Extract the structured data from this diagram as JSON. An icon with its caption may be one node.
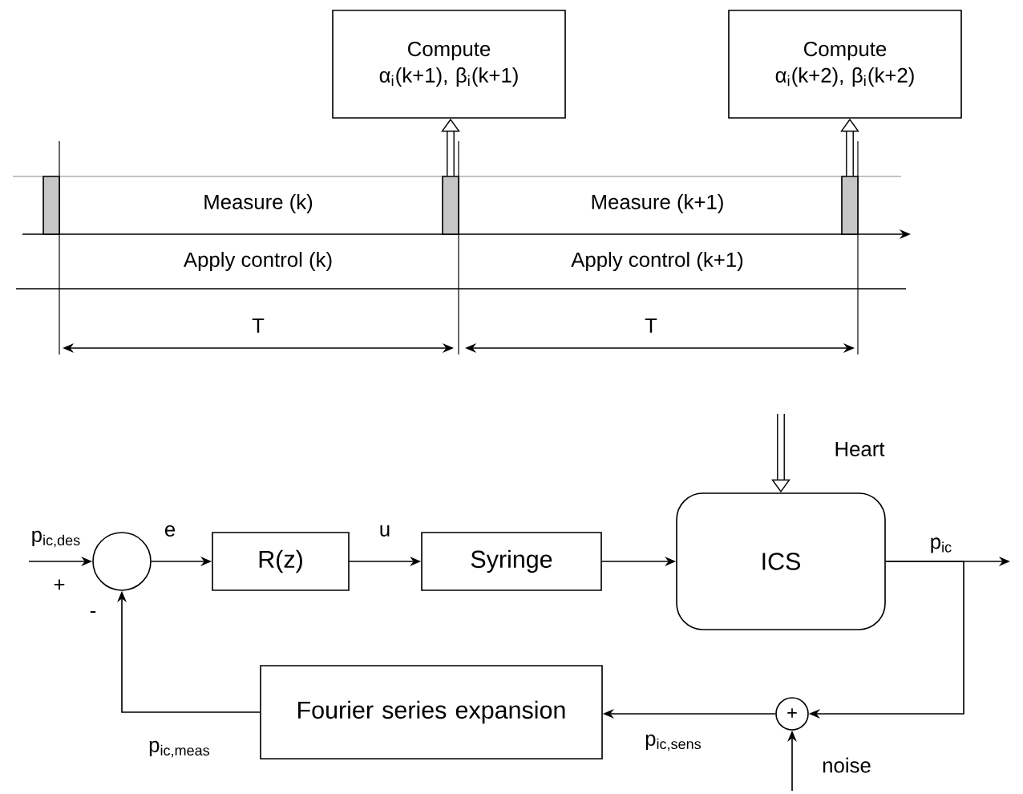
{
  "diagram": {
    "nodes": [
      {
        "text": [
          "Compute",
          "α$_{i}$(k+1), β$_{i}$(k+1)"
        ]
      },
      {
        "text": [
          "Compute",
          "α$_{i}$(k+2), β$_{i}$(k+2)"
        ]
      },
      {
        "text": [],
        "shape": "bar"
      },
      {
        "text": [],
        "shape": "bar"
      },
      {
        "text": [],
        "shape": "bar"
      },
      {
        "text": [],
        "shape": "circle"
      },
      {
        "text": [
          "R(z)"
        ]
      },
      {
        "text": [
          "Syringe"
        ]
      },
      {
        "text": [
          "ICS"
        ]
      },
      {
        "text": [
          "Fourier series expansion"
        ]
      },
      {
        "text": [
          "+"
        ]
      }
    ],
    "edges": [
      {
        "from": 3,
        "to": 0,
        "arrow": "to",
        "style": "thick"
      },
      {
        "from": 4,
        "to": 1,
        "arrow": "to",
        "style": "thick"
      },
      {
        "from": null,
        "to": 5,
        "arrow": "to",
        "label": "p$_{ic,des}$"
      },
      {
        "from": 5,
        "to": 6,
        "arrow": "to",
        "label": "e"
      },
      {
        "from": 6,
        "to": 7,
        "arrow": "to",
        "label": "u"
      },
      {
        "from": 7,
        "to": 8,
        "arrow": "to"
      },
      {
        "from": null,
        "to": 8,
        "arrow": "to",
        "style": "thick",
        "label": "Heart"
      },
      {
        "from": 8,
        "to": null,
        "arrow": "to",
        "label": "p$_{ic}$"
      },
      {
        "from": 8,
        "to": 10,
        "arrow": "to"
      },
      {
        "from": null,
        "to": 10,
        "arrow": "to",
        "label": "noise"
      },
      {
        "from": 10,
        "to": 9,
        "arrow": "to",
        "label": "p$_{ic,sens}$"
      },
      {
        "from": 9,
        "to": 5,
        "arrow": "to",
        "label": "p$_{ic,meas}$"
      }
    ],
    "labels": [
      "Measure (k)",
      "Measure (k+1)",
      "Apply control (k)",
      "Apply control (k+1)",
      "T",
      "T",
      "+",
      "-"
    ]
  }
}
